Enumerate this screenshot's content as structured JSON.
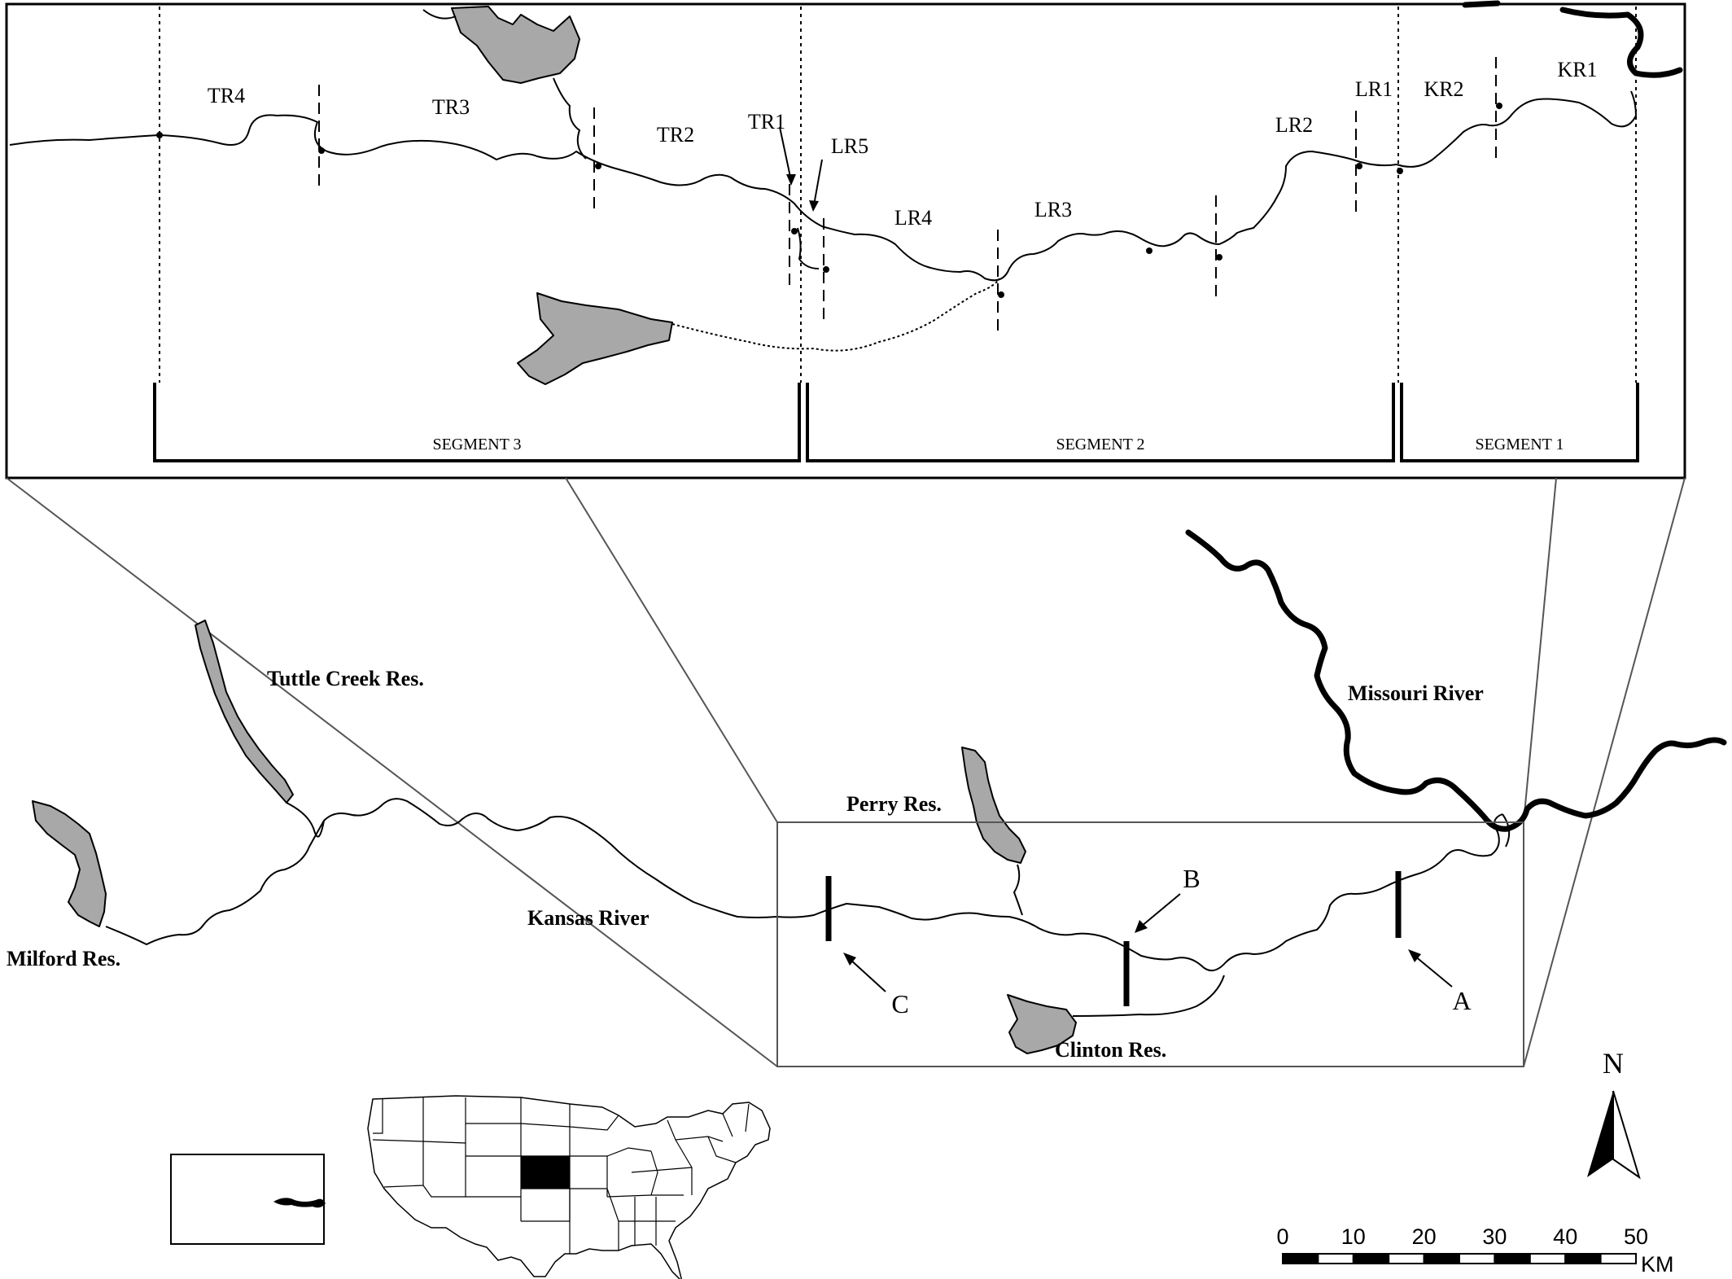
{
  "inset": {
    "site_labels": [
      "TR4",
      "TR3",
      "TR2",
      "TR1",
      "LR5",
      "LR4",
      "LR3",
      "LR2",
      "LR1",
      "KR2",
      "KR1"
    ],
    "segments": [
      "SEGMENT 3",
      "SEGMENT 2",
      "SEGMENT 1"
    ]
  },
  "places": {
    "tuttle_creek": "Tuttle Creek Res.",
    "milford": "Milford Res.",
    "kansas_river": "Kansas River",
    "perry": "Perry Res.",
    "clinton": "Clinton Res.",
    "missouri": "Missouri River"
  },
  "markers": [
    "A",
    "B",
    "C"
  ],
  "north": "N",
  "scale_bar": {
    "ticks": [
      "0",
      "10",
      "20",
      "30",
      "40",
      "50"
    ],
    "unit": "KM"
  },
  "colors": {
    "reservoir_fill": "#a8a8a8",
    "river_stroke": "#000000",
    "zoom_lines": "#555555"
  }
}
